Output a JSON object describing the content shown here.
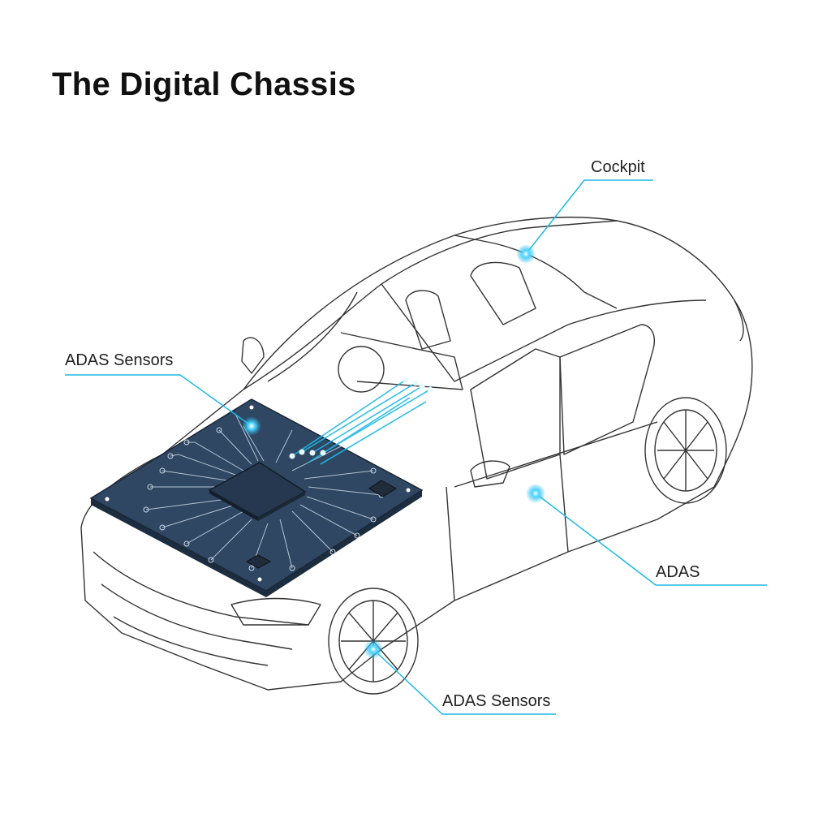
{
  "title": "The Digital Chassis",
  "callouts": {
    "cockpit": "Cockpit",
    "adas_sensors_front": "ADAS Sensors",
    "adas": "ADAS",
    "adas_sensors_wheel": "ADAS Sensors"
  },
  "colors": {
    "accent": "#1eb8e6",
    "board": "#2f4763",
    "outline": "#333333"
  }
}
